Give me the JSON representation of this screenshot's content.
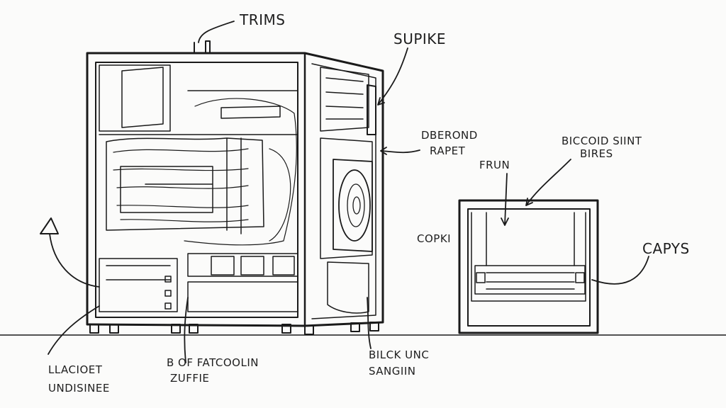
{
  "labels": {
    "trims": "TRIMS",
    "supike": "SUPIKE",
    "dberond_1": "DBEROND",
    "dberond_2": "RAPET",
    "frun": "FRUN",
    "biccoid_1": "BICCOID SIINT",
    "biccoid_2": "BIRES",
    "copki": "COPKI",
    "capys": "CAPYS",
    "llacioet_1": "LLACIOET",
    "llacioet_2": "UNDISINEE",
    "fatcoolin_1": "B OF FATCOOLIN",
    "fatcoolin_2": "ZUFFIE",
    "bilck_1": "BILCK UNC",
    "bilck_2": "SANGIIN"
  },
  "colors": {
    "ink": "#1a1a1a",
    "paper": "#fbfbfa"
  }
}
